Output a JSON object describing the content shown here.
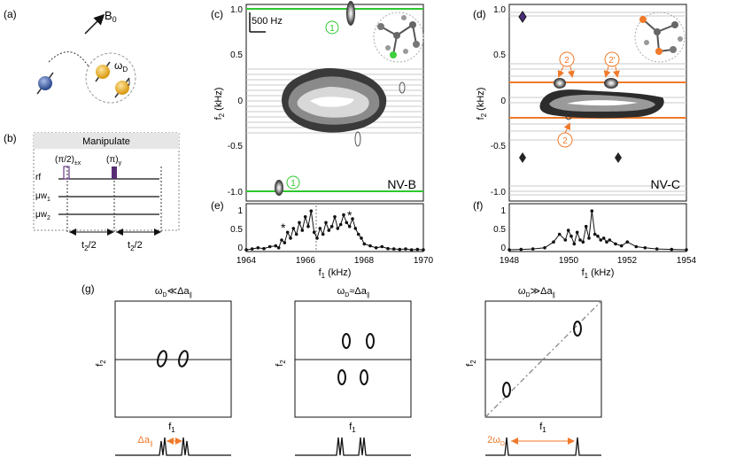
{
  "panel_labels": {
    "a": "(a)",
    "b": "(b)",
    "c": "(c)",
    "d": "(d)",
    "e": "(e)",
    "f": "(f)",
    "g": "(g)"
  },
  "panel_a": {
    "field_label": "B",
    "field_sub": "0",
    "omega": "ω",
    "omega_sub": "D"
  },
  "panel_b": {
    "header": "Manipulate",
    "pulse1": "(π/2)",
    "pulse1_sub": "±x",
    "pulse2": "(π)",
    "pulse2_sub": "y",
    "rows": [
      "rf",
      "μw",
      "μw"
    ],
    "row_subs": [
      "",
      "1",
      "2"
    ],
    "delay_label": "t",
    "delay_sub": "2",
    "delay_den": "/2"
  },
  "panel_c": {
    "ylabel": "f",
    "ylabel_sub": "2",
    "ylabel_unit": " (kHz)",
    "yticks": [
      "1.0",
      "0.5",
      "0",
      "-0.5",
      "-1.0"
    ],
    "scale_bar": "500 Hz",
    "name": "NV-B",
    "marker": "1",
    "colors": {
      "green": "#2ec82e"
    }
  },
  "panel_d": {
    "ylabel": "f",
    "ylabel_sub": "2",
    "ylabel_unit": " (kHz)",
    "yticks": [
      "1.0",
      "0.5",
      "0",
      "-0.5",
      "-1.0"
    ],
    "name": "NV-C",
    "markers": [
      "2",
      "2'",
      "2"
    ],
    "colors": {
      "orange": "#f07a2a"
    }
  },
  "panel_e": {
    "xlabel": "f",
    "xlabel_sub": "1",
    "xlabel_unit": " (kHz)",
    "xticks": [
      "1964",
      "1966",
      "1968",
      "1970"
    ],
    "yticks": [
      "1",
      "0.5",
      "0"
    ],
    "star": "*"
  },
  "panel_f": {
    "xlabel": "f",
    "xlabel_sub": "1",
    "xlabel_unit": " (kHz)",
    "xticks": [
      "1948",
      "1950",
      "1952",
      "1954"
    ],
    "yticks": [
      "1",
      "0.5",
      "0"
    ]
  },
  "panel_g": {
    "titles": [
      {
        "main": "ω",
        "sub": "D",
        "rel": "≪Δa",
        "sub2": "∥"
      },
      {
        "main": "ω",
        "sub": "D",
        "rel": "≈Δa",
        "sub2": "∥"
      },
      {
        "main": "ω",
        "sub": "D",
        "rel": "≫Δa",
        "sub2": "∥"
      }
    ],
    "xlabel": "f",
    "xlabel_sub": "1",
    "ylabel": "f",
    "ylabel_sub": "2",
    "spacing1": "Δa",
    "spacing1_sub": "∥",
    "spacing3": "2ω",
    "spacing3_sub": "D"
  },
  "chart_data": [
    {
      "type": "line",
      "xlim": [
        1964,
        1970
      ],
      "ylim": [
        0,
        1.05
      ],
      "xlabel": "f1 (kHz)",
      "x": [
        1964.0,
        1964.2,
        1964.4,
        1964.6,
        1964.8,
        1965.0,
        1965.1,
        1965.2,
        1965.3,
        1965.4,
        1965.5,
        1965.6,
        1965.7,
        1965.8,
        1965.9,
        1966.0,
        1966.1,
        1966.2,
        1966.3,
        1966.4,
        1966.5,
        1966.6,
        1966.7,
        1966.8,
        1966.9,
        1967.0,
        1967.1,
        1967.2,
        1967.3,
        1967.4,
        1967.5,
        1967.6,
        1967.7,
        1967.8,
        1967.9,
        1968.0,
        1968.2,
        1968.4,
        1968.6,
        1968.8,
        1969.0,
        1969.2,
        1969.4,
        1969.6,
        1969.8,
        1970.0
      ],
      "y": [
        0.0,
        0.02,
        0.05,
        0.03,
        0.08,
        0.1,
        0.05,
        0.25,
        0.18,
        0.45,
        0.3,
        0.55,
        0.4,
        0.7,
        0.5,
        0.85,
        0.6,
        1.0,
        0.45,
        0.3,
        0.55,
        0.4,
        0.7,
        0.5,
        0.6,
        0.85,
        0.55,
        0.65,
        0.9,
        0.7,
        0.6,
        0.8,
        0.55,
        0.4,
        0.3,
        0.15,
        0.1,
        0.05,
        0.08,
        0.03,
        0.02,
        0.01,
        0.02,
        0.0,
        0.01,
        0.0
      ]
    },
    {
      "type": "line",
      "xlim": [
        1948,
        1954
      ],
      "ylim": [
        0,
        1.05
      ],
      "xlabel": "f1 (kHz)",
      "x": [
        1948.0,
        1948.4,
        1948.8,
        1949.2,
        1949.5,
        1949.7,
        1949.9,
        1950.0,
        1950.1,
        1950.2,
        1950.3,
        1950.4,
        1950.5,
        1950.6,
        1950.7,
        1950.8,
        1950.9,
        1951.0,
        1951.1,
        1951.2,
        1951.3,
        1951.4,
        1951.6,
        1951.8,
        1952.0,
        1952.3,
        1952.6,
        1953.0,
        1953.5,
        1954.0
      ],
      "y": [
        0.0,
        0.01,
        0.02,
        0.05,
        0.2,
        0.4,
        0.25,
        0.5,
        0.35,
        0.15,
        0.45,
        0.25,
        0.2,
        0.6,
        0.3,
        1.0,
        0.4,
        0.35,
        0.25,
        0.3,
        0.2,
        0.25,
        0.15,
        0.1,
        0.2,
        0.08,
        0.05,
        0.02,
        0.01,
        0.0
      ]
    }
  ]
}
